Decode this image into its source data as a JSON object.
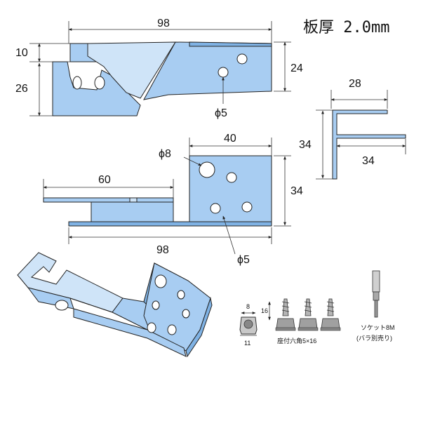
{
  "title": "板厚 2.0mm",
  "top_view": {
    "width_label": "98",
    "height_upper_label": "10",
    "height_lower_label": "26",
    "right_height_label": "24",
    "hole_label": "ϕ5"
  },
  "angle_view": {
    "top_width_label": "28",
    "height_label": "34",
    "bottom_width_label": "34"
  },
  "side_view": {
    "plate_width_label": "40",
    "big_hole_label": "ϕ8",
    "left_length_label": "60",
    "plate_height_label": "34",
    "total_length_label": "98",
    "small_hole_label": "ϕ5"
  },
  "accessories": {
    "nut_height_label": "8",
    "nut_width_label": "11",
    "screw_length_label": "16",
    "screw_caption": "座付六角5×16",
    "socket_caption_line1": "ソケット8M",
    "socket_caption_line2": "(バラ別売り)"
  },
  "colors": {
    "steel": "#a8cdf2",
    "steel_light": "#cfe4f8",
    "steel_dark": "#7fb2e4"
  }
}
